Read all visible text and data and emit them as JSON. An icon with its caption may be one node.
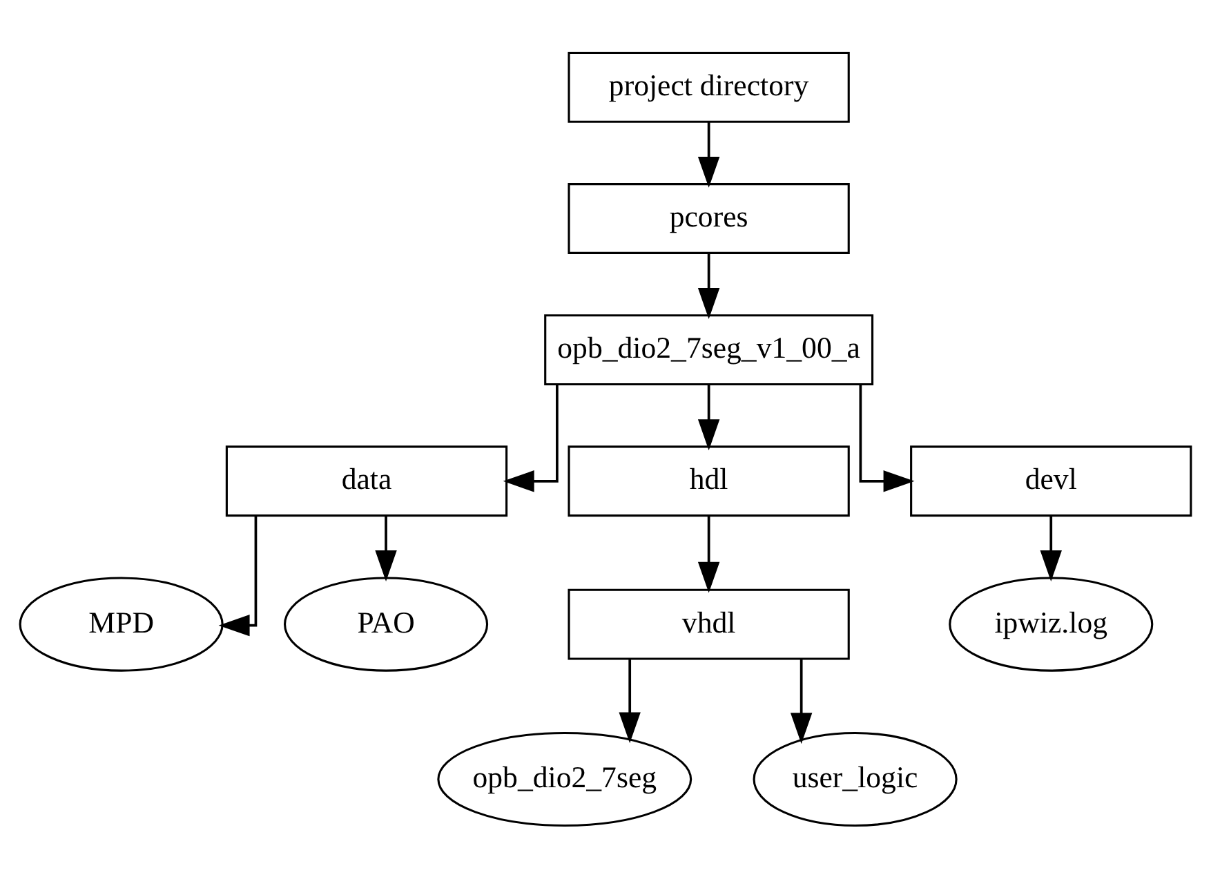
{
  "diagram": {
    "nodes": [
      {
        "text": [
          "project directory"
        ]
      },
      {
        "text": [
          "pcores"
        ]
      },
      {
        "text": [
          "opb_dio2_7seg_v1_00_a"
        ]
      },
      {
        "text": [
          "data"
        ]
      },
      {
        "text": [
          "hdl"
        ]
      },
      {
        "text": [
          "devl"
        ]
      },
      {
        "text": [
          "MPD"
        ]
      },
      {
        "text": [
          "PAO"
        ]
      },
      {
        "text": [
          "vhdl"
        ]
      },
      {
        "text": [
          "ipwiz.log"
        ]
      },
      {
        "text": [
          "opb_dio2_7seg"
        ]
      },
      {
        "text": [
          "user_logic"
        ]
      }
    ],
    "edges": [
      {
        "from": 0,
        "to": 1,
        "arrow": "to"
      },
      {
        "from": 1,
        "to": 2,
        "arrow": "to"
      },
      {
        "from": 2,
        "to": 3,
        "arrow": "to"
      },
      {
        "from": 2,
        "to": 4,
        "arrow": "to"
      },
      {
        "from": 2,
        "to": 5,
        "arrow": "to"
      },
      {
        "from": 3,
        "to": 6,
        "arrow": "to"
      },
      {
        "from": 3,
        "to": 7,
        "arrow": "to"
      },
      {
        "from": 4,
        "to": 8,
        "arrow": "to"
      },
      {
        "from": 5,
        "to": 9,
        "arrow": "to"
      },
      {
        "from": 8,
        "to": 10,
        "arrow": "to"
      },
      {
        "from": 8,
        "to": 11,
        "arrow": "to"
      }
    ]
  }
}
